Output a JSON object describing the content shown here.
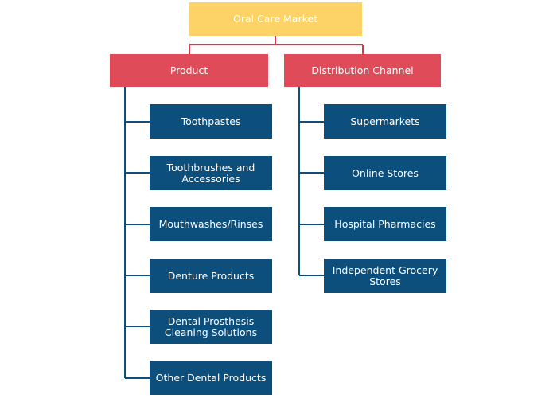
{
  "root": {
    "label": "Oral Care Market"
  },
  "categories": [
    {
      "label": "Product",
      "items": [
        "Toothpastes",
        "Toothbrushes and Accessories",
        "Mouthwashes/Rinses",
        "Denture Products",
        "Dental Prosthesis Cleaning Solutions",
        "Other Dental Products"
      ]
    },
    {
      "label": "Distribution Channel",
      "items": [
        "Supermarkets",
        "Online Stores",
        "Hospital Pharmacies",
        "Independent Grocery Stores"
      ]
    }
  ],
  "colors": {
    "root": "#fdd266",
    "category": "#e04b5a",
    "item": "#0d4f7c",
    "root_connector": "#d9384a",
    "item_connector": "#0d4f7c"
  }
}
